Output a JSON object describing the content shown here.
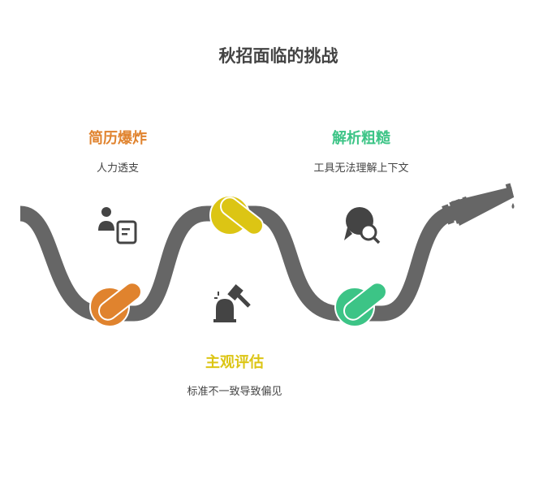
{
  "title": "秋招面临的挑战",
  "challenges": [
    {
      "heading": "简历爆炸",
      "desc": "人力透支",
      "color": "#E0832E",
      "icon": "resume-person-icon"
    },
    {
      "heading": "主观评估",
      "desc": "标准不一致导致偏见",
      "color": "#DCC514",
      "icon": "judge-gavel-icon"
    },
    {
      "heading": "解析粗糙",
      "desc": "工具无法理解上下文",
      "color": "#3CC486",
      "icon": "chat-search-icon"
    }
  ],
  "hose_color": "#666666"
}
